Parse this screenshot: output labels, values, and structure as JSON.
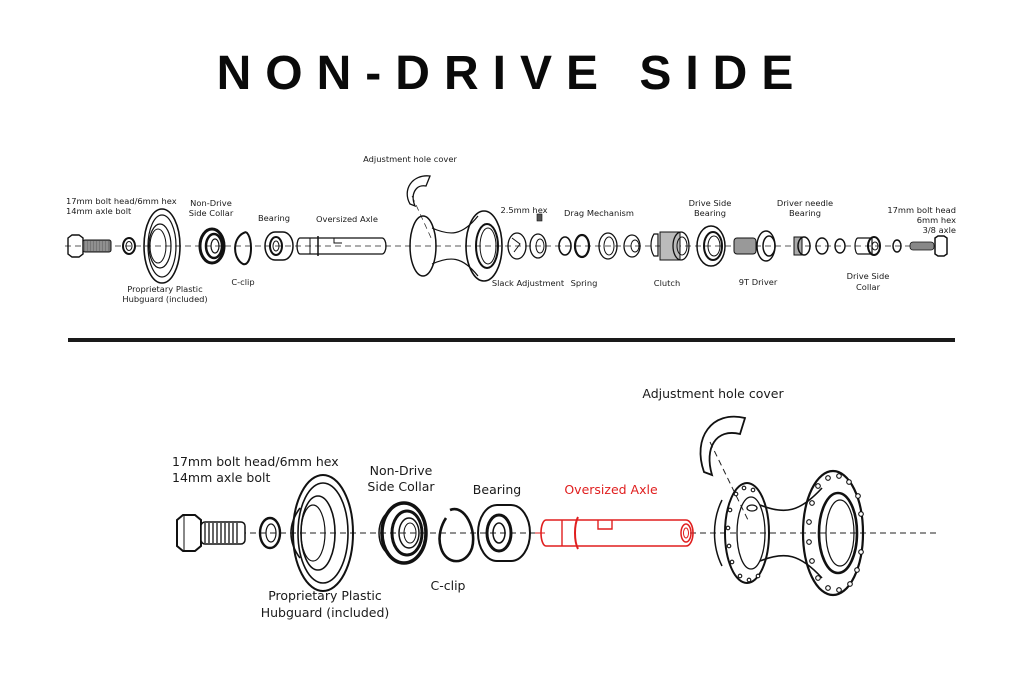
{
  "title": "NON-DRIVE SIDE",
  "colors": {
    "ink": "#111111",
    "highlight": "#e01e1e",
    "background": "#ffffff"
  },
  "full_assembly": {
    "labels": {
      "bolt_line1": "17mm bolt head/6mm hex",
      "bolt_line2": "14mm axle bolt",
      "collar_line1": "Non-Drive",
      "collar_line2": "Side Collar",
      "bearing": "Bearing",
      "axle": "Oversized Axle",
      "hole_cover": "Adjustment hole cover",
      "hubguard_line1": "Proprietary Plastic",
      "hubguard_line2": "Hubguard (included)",
      "cclip": "C-clip",
      "hex": "2.5mm hex",
      "drag": "Drag Mechanism",
      "slack": "Slack Adjustment",
      "spring": "Spring",
      "clutch": "Clutch",
      "ds_bearing_line1": "Drive Side",
      "ds_bearing_line2": "Bearing",
      "needle_line1": "Driver needle",
      "needle_line2": "Bearing",
      "driver": "9T Driver",
      "ds_collar_line1": "Drive Side",
      "ds_collar_line2": "Collar",
      "ds_bolt_line1": "17mm bolt head",
      "ds_bolt_line2": "6mm hex",
      "ds_bolt_line3": "3/8 axle"
    }
  },
  "detail_view": {
    "labels": {
      "bolt_line1": "17mm bolt head/6mm hex",
      "bolt_line2": "14mm axle bolt",
      "collar_line1": "Non-Drive",
      "collar_line2": "Side Collar",
      "bearing": "Bearing",
      "axle": "Oversized Axle",
      "hole_cover": "Adjustment hole cover",
      "hubguard_line1": "Proprietary Plastic",
      "hubguard_line2": "Hubguard (included)",
      "cclip": "C-clip"
    },
    "highlighted_part": "Oversized Axle"
  }
}
